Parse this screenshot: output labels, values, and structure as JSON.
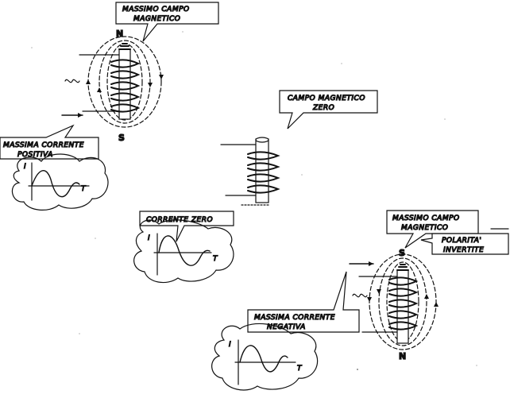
{
  "labels": {
    "max_field_top": [
      "MASSIMO CAMPO",
      "MAGNETICO"
    ],
    "max_current_positive": [
      "MASSIMA CORRENTE",
      "POSITIVA"
    ],
    "zero_field": [
      "CAMPO MAGNETICO",
      "ZERO"
    ],
    "zero_current": [
      "CORRENTE ZERO"
    ],
    "max_field_bottom": [
      "MASSIMO CAMPO",
      "MAGNETICO"
    ],
    "inverted_polarity": [
      "POLARITA'",
      "INVERTITE"
    ],
    "max_current_negative": [
      "MASSIMA CORRENTE",
      "NEGATIVA"
    ]
  },
  "poles": {
    "top_coil_north": "N",
    "top_coil_south": "S",
    "bottom_coil_south": "S",
    "bottom_coil_north": "N"
  },
  "axes": {
    "current": "I",
    "time": "T"
  },
  "colors": {
    "ink": "#111111",
    "paper": "#ffffff"
  }
}
